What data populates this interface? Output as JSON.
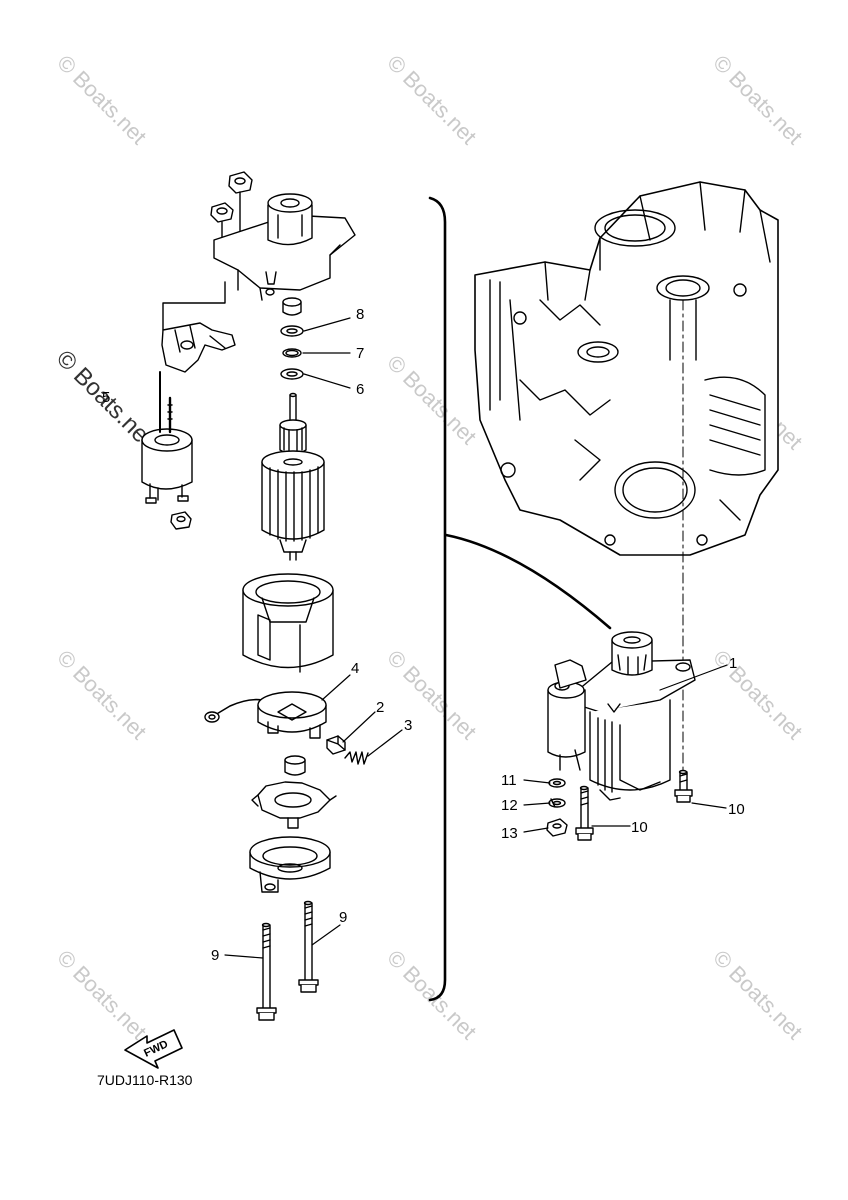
{
  "diagram": {
    "code": "7UDJ110-R130",
    "fwd_label": "FWD",
    "watermark": "© Boats.net",
    "callouts": {
      "c1": "1",
      "c2": "2",
      "c3": "3",
      "c4": "4",
      "c5": "5",
      "c6": "6",
      "c7": "7",
      "c8": "8",
      "c9a": "9",
      "c9b": "9",
      "c10a": "10",
      "c10b": "10",
      "c11": "11",
      "c12": "12",
      "c13": "13"
    }
  },
  "colors": {
    "line": "#000000",
    "watermark": "#c9c9c9"
  }
}
